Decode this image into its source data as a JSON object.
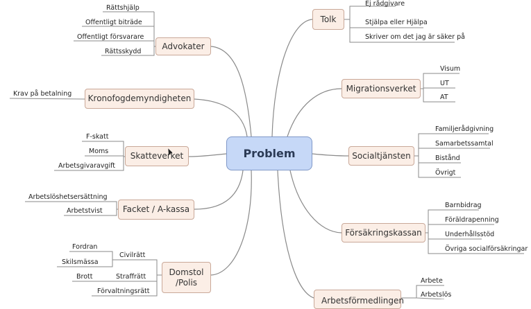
{
  "center": {
    "label": "Problem"
  },
  "branches": {
    "advokater": {
      "label": "Advokater",
      "leaves": [
        "Rättshjälp",
        "Offentligt biträde",
        "Offentligt försvarare",
        "Rättsskydd"
      ]
    },
    "kronofogd": {
      "label": "Kronofogdemyndigheten",
      "leaves": [
        "Krav på betalning"
      ]
    },
    "skatteverket": {
      "label": "Skatteverket",
      "leaves": [
        "F-skatt",
        "Moms",
        "Arbetsgivaravgift"
      ]
    },
    "facket": {
      "label": "Facket / A-kassa",
      "leaves": [
        "Arbetslöshetsersättning",
        "Arbetstvist"
      ]
    },
    "domstol": {
      "label_line1": "Domstol",
      "label_line2": "/Polis",
      "civilratt": {
        "label": "Civilrätt",
        "leaves": [
          "Fordran",
          "Skilsmässa"
        ]
      },
      "straffratt": {
        "label": "Straffrätt",
        "leaves": [
          "Brott"
        ]
      },
      "forvaltningsratt": "Förvaltningsrätt"
    },
    "tolk": {
      "label": "Tolk",
      "leaves": [
        "Ej rådgivare",
        "Stjälpa eller Hjälpa",
        "Skriver om det jag är säker på"
      ]
    },
    "migrationsverket": {
      "label": "Migrationsverket",
      "leaves": [
        "Visum",
        "UT",
        "AT"
      ]
    },
    "socialtjansten": {
      "label": "Socialtjänsten",
      "leaves": [
        "Familjerådgivning",
        "Samarbetssamtal",
        "Bistånd",
        "Övrigt"
      ]
    },
    "forsakringskassan": {
      "label": "Försäkringskassan",
      "leaves": [
        "Barnbidrag",
        "Föräldrapenning",
        "Underhållsstöd",
        "Övriga socialförsäkringar"
      ]
    },
    "arbetsformedlingen": {
      "label": "Arbetsförmedlingen",
      "leaves": [
        "Arbete",
        "Arbetslös"
      ]
    }
  },
  "colors": {
    "center_fill": "#c6d8f7",
    "node_fill": "#fbeee6",
    "connector": "#8a8a8a"
  }
}
